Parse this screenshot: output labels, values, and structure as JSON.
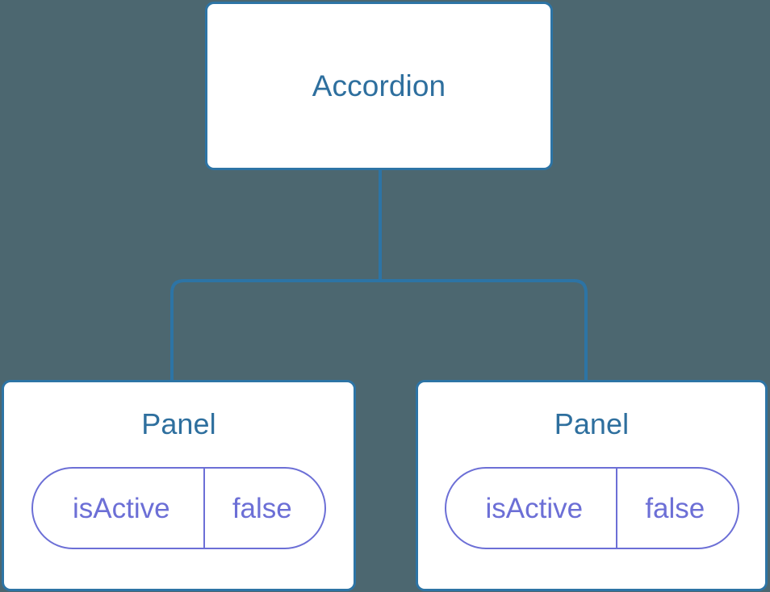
{
  "diagram": {
    "type": "component-tree",
    "background_color": "#4c6770",
    "node_border_color": "#2d74a5",
    "node_title_color": "#2e6f9e",
    "prop_color": "#6c6fd6",
    "connector_color": "#2d74a5",
    "root": {
      "name": "root-node",
      "title": "Accordion"
    },
    "children": [
      {
        "name": "child-node-left",
        "title": "Panel",
        "props": [
          {
            "key": "isActive",
            "value": "false"
          }
        ]
      },
      {
        "name": "child-node-right",
        "title": "Panel",
        "props": [
          {
            "key": "isActive",
            "value": "false"
          }
        ]
      }
    ]
  }
}
